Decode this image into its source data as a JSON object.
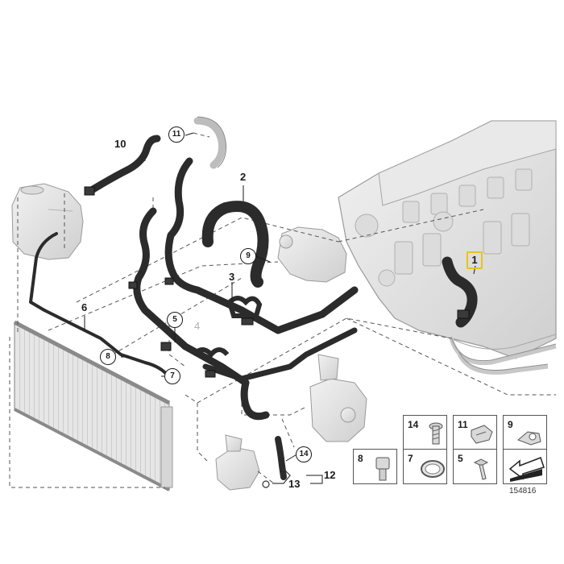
{
  "callouts": {
    "c1": "1",
    "c2": "2",
    "c3": "3",
    "c4": "4",
    "c5": "5",
    "c6": "6",
    "c7": "7",
    "c8": "8",
    "c9": "9",
    "c10": "10",
    "c11": "11",
    "c12": "12",
    "c13": "13",
    "c14": "14"
  },
  "highlight_color": "#e8c21a",
  "legend": {
    "items": [
      {
        "num": "14",
        "icon": "screw-icon"
      },
      {
        "num": "11",
        "icon": "clip-icon"
      },
      {
        "num": "9",
        "icon": "bracket-clip-icon"
      },
      {
        "num": "8",
        "icon": "connector-icon"
      },
      {
        "num": "7",
        "icon": "hose-clamp-icon"
      },
      {
        "num": "5",
        "icon": "bolt-icon"
      }
    ],
    "last_icon": "arrow-symbol-icon"
  },
  "reference_number": "154816"
}
